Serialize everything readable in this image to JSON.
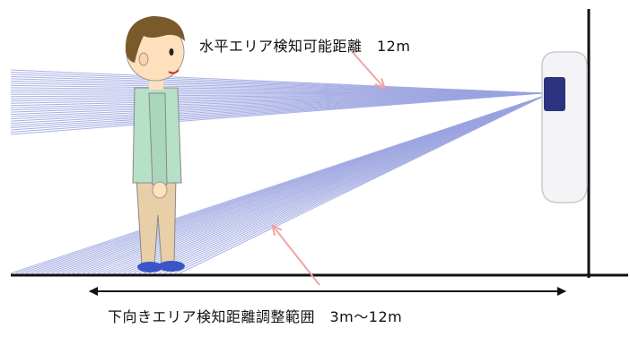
{
  "labels": {
    "horizontal": "水平エリア検知可能距離　12m",
    "downward": "下向きエリア検知距離調整範囲　3m～12m"
  },
  "colors": {
    "beam": "#9aa3e0",
    "pointer_arrow": "#f2a3a3",
    "line": "#111111",
    "skin": "#ffe0bd",
    "hair": "#7a5a2a",
    "shirt": "#b7e0c8",
    "pants": "#e8cfa8",
    "shoes": "#3a55c8",
    "sensor_body": "#f4f4f6",
    "sensor_lens": "#2c3480"
  },
  "icons": {
    "person": "person-figure",
    "sensor": "wall-mounted-sensor"
  }
}
